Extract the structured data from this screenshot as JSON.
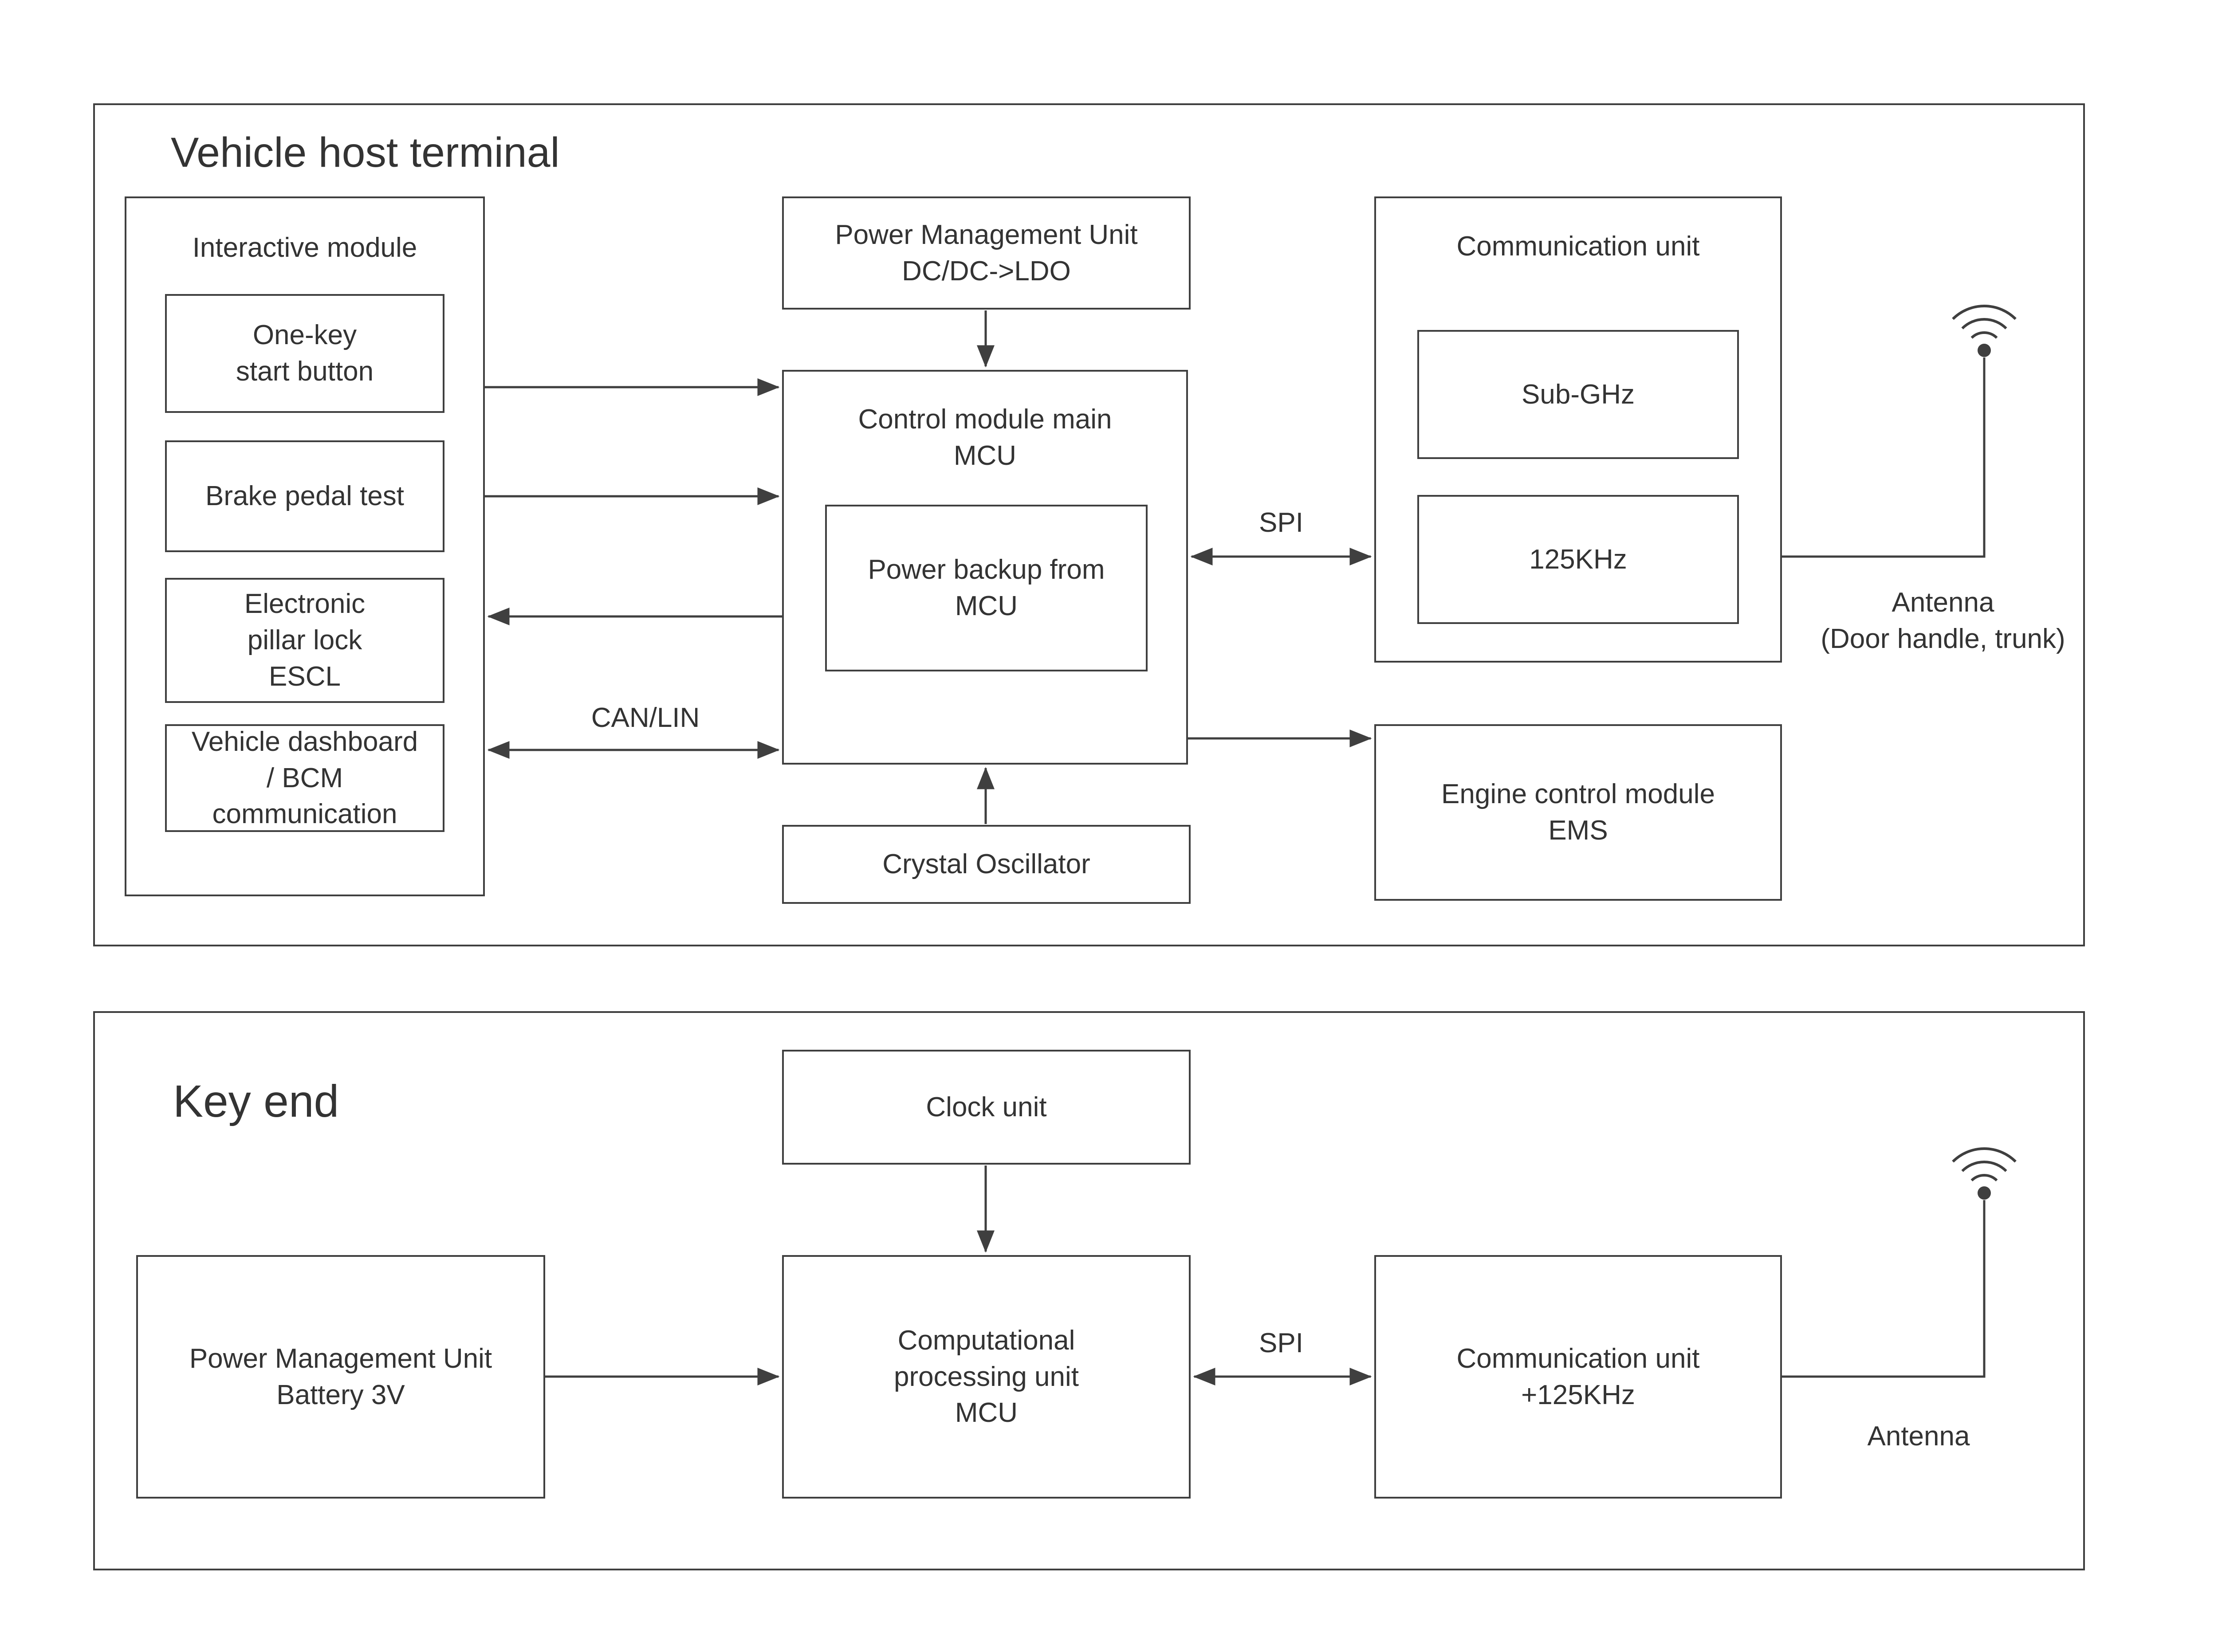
{
  "colors": {
    "line": "#3f3f3f",
    "text": "#333333",
    "background": "#ffffff"
  },
  "vehicle_host": {
    "title": "Vehicle host terminal",
    "interactive_module": {
      "title": "Interactive module",
      "items": [
        {
          "label": "One-key\nstart button"
        },
        {
          "label": "Brake pedal test"
        },
        {
          "label": "Electronic\npillar lock\nESCL"
        },
        {
          "label": "Vehicle dashboard\n/ BCM\ncommunication"
        }
      ]
    },
    "power_management_unit": {
      "label": "Power Management Unit\nDC/DC->LDO"
    },
    "control_module": {
      "label": "Control module main\nMCU",
      "power_backup": "Power backup from\nMCU"
    },
    "crystal_oscillator": {
      "label": "Crystal Oscillator"
    },
    "communication_unit": {
      "title": "Communication unit",
      "items": [
        {
          "label": "Sub-GHz"
        },
        {
          "label": "125KHz"
        }
      ]
    },
    "engine_control_module": {
      "label": "Engine control module\nEMS"
    },
    "antenna": {
      "label": "Antenna\n(Door handle, trunk)"
    },
    "links": {
      "spi": "SPI",
      "can_lin": "CAN/LIN"
    }
  },
  "key_end": {
    "title": "Key end",
    "power_management_unit": {
      "label": "Power Management Unit\nBattery 3V"
    },
    "clock_unit": {
      "label": "Clock unit"
    },
    "processing_unit": {
      "label": "Computational\nprocessing unit\nMCU"
    },
    "communication_unit": {
      "label": "Communication unit\n+125KHz"
    },
    "antenna": {
      "label": "Antenna"
    },
    "links": {
      "spi": "SPI"
    }
  }
}
